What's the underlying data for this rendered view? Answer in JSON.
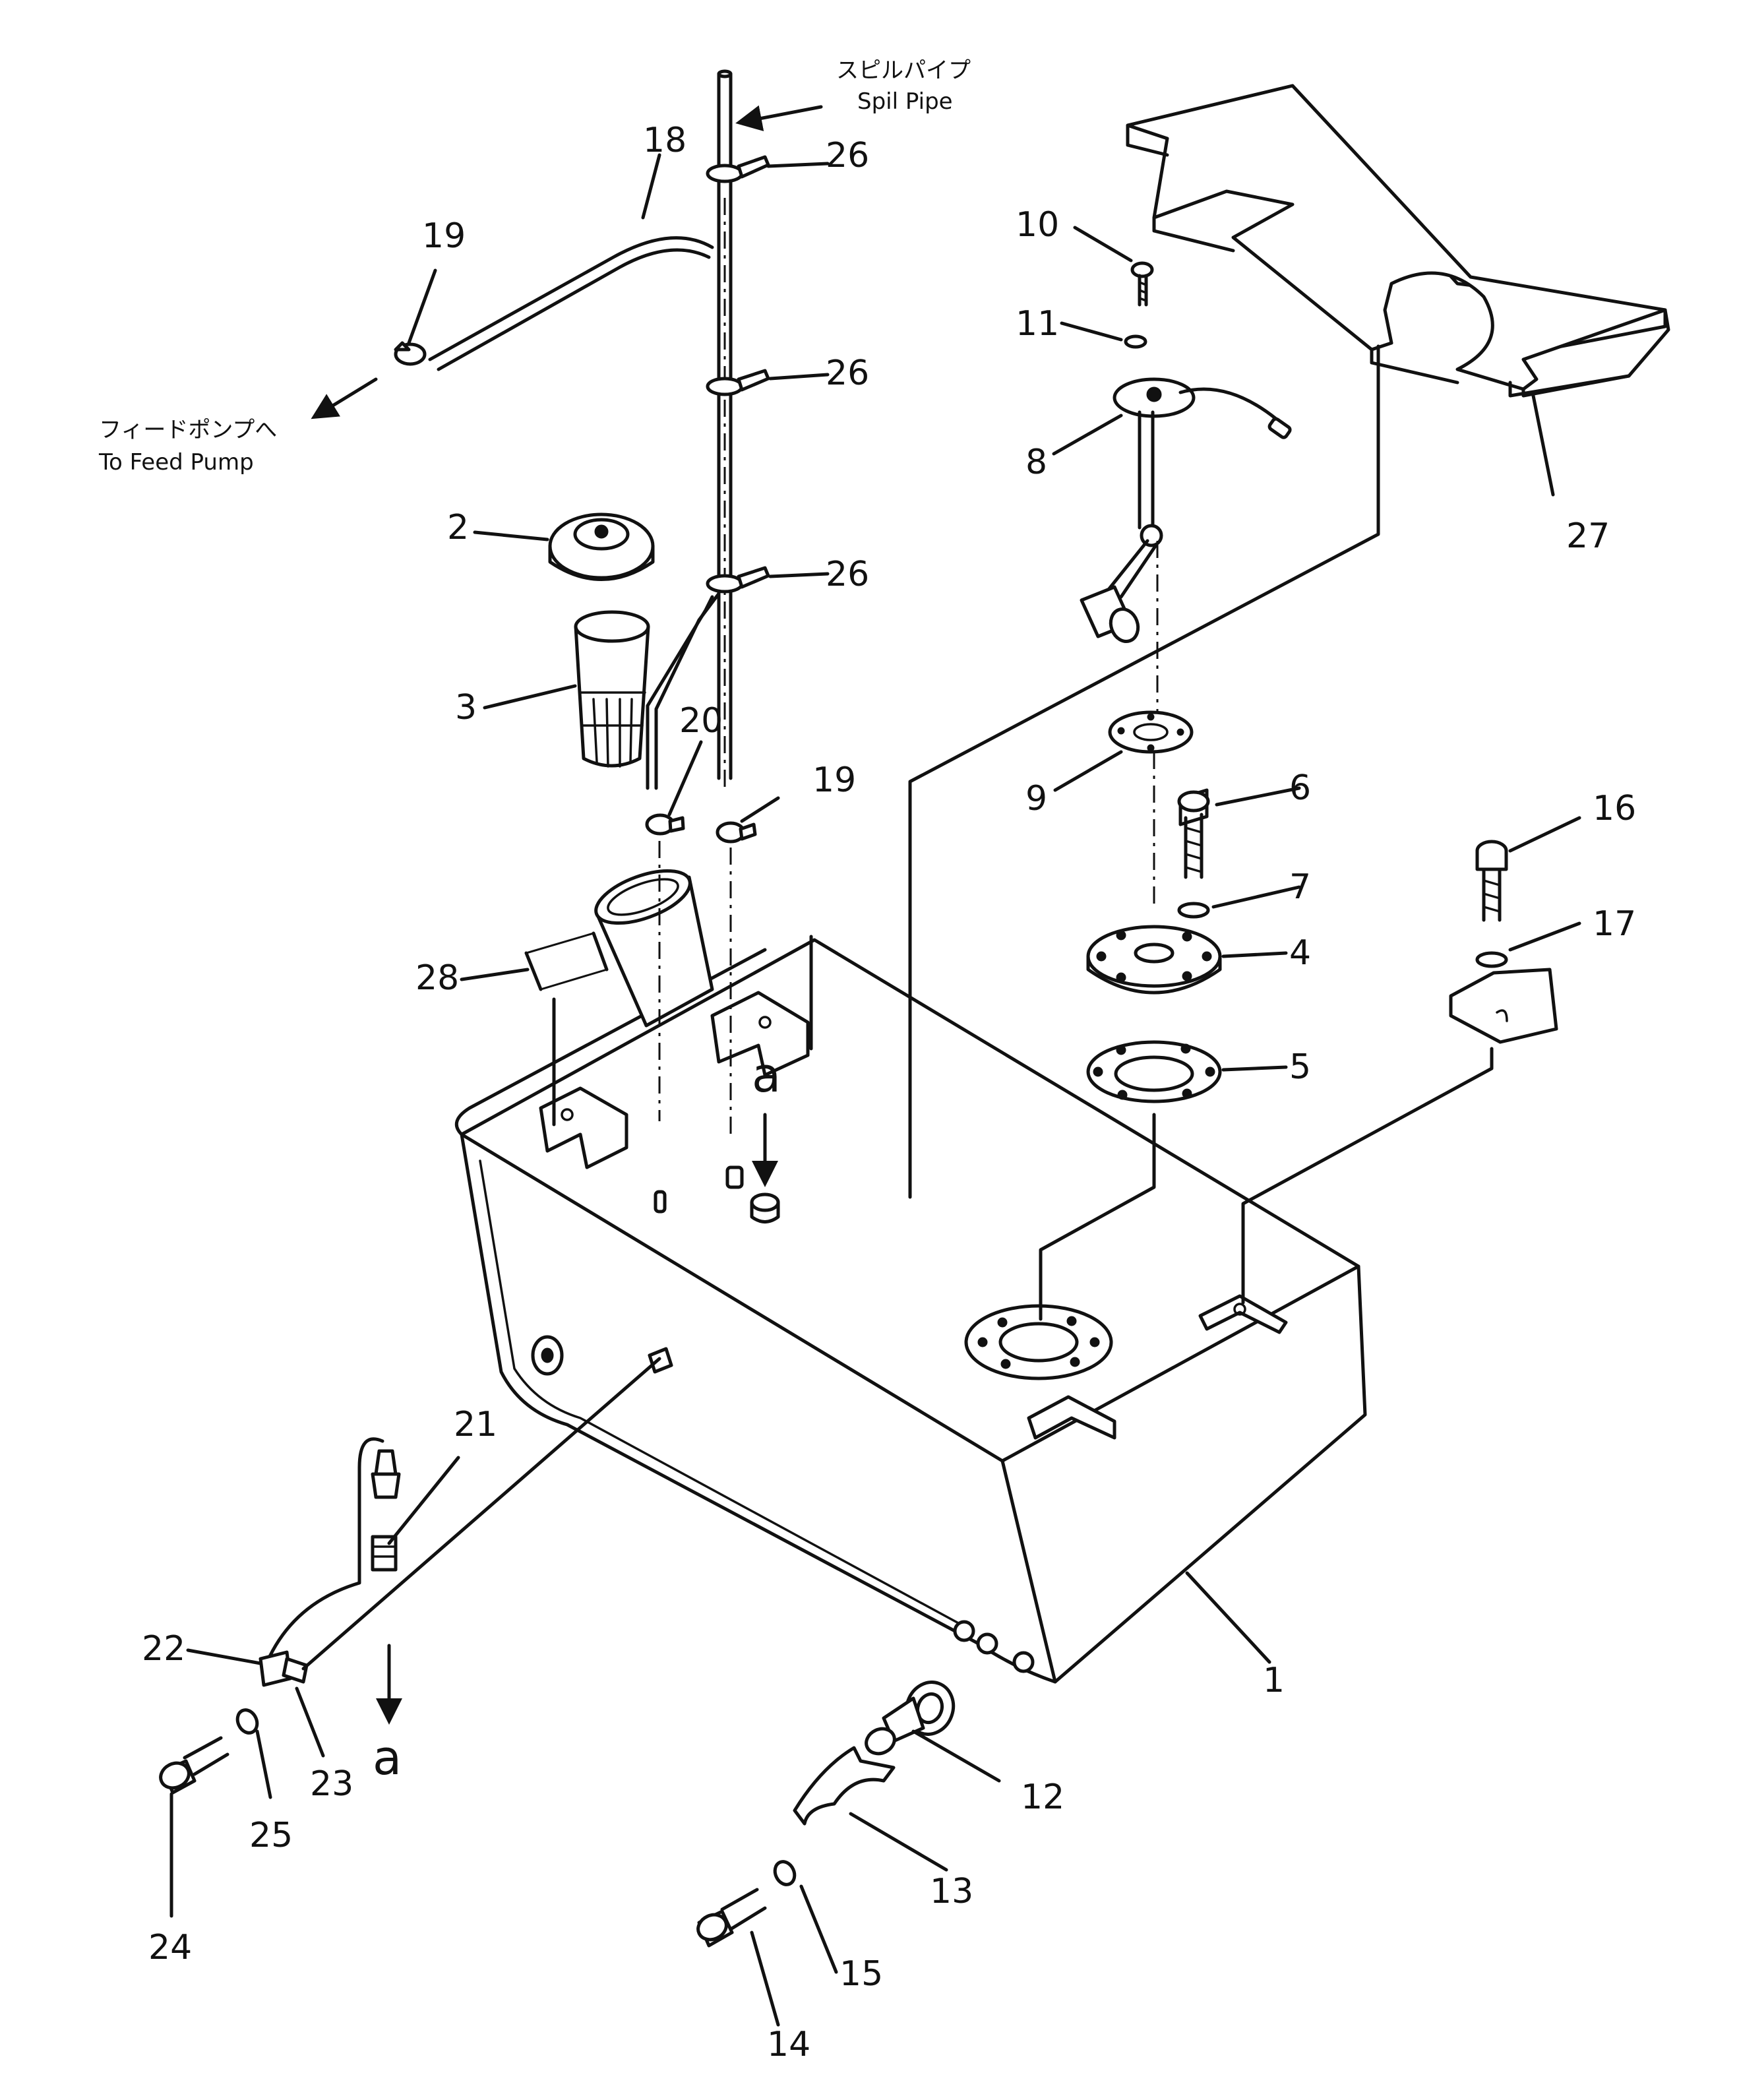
{
  "annotations": {
    "spill_pipe_jp": "スピルパイプ",
    "spill_pipe_en": "Spil Pipe",
    "feed_pump_jp": "フィードポンプへ",
    "feed_pump_en": "To Feed Pump",
    "view_a_top": "a",
    "view_a_bottom": "a"
  },
  "part_numbers": {
    "p1": "1",
    "p2": "2",
    "p3": "3",
    "p4": "4",
    "p5": "5",
    "p6": "6",
    "p7": "7",
    "p8": "8",
    "p9": "9",
    "p10": "10",
    "p11": "11",
    "p12": "12",
    "p13": "13",
    "p14": "14",
    "p15": "15",
    "p16": "16",
    "p17": "17",
    "p18": "18",
    "p19a": "19",
    "p19b": "19",
    "p20": "20",
    "p21": "21",
    "p22": "22",
    "p23": "23",
    "p24": "24",
    "p25": "25",
    "p26a": "26",
    "p26b": "26",
    "p26c": "26",
    "p27": "27",
    "p28": "28"
  }
}
